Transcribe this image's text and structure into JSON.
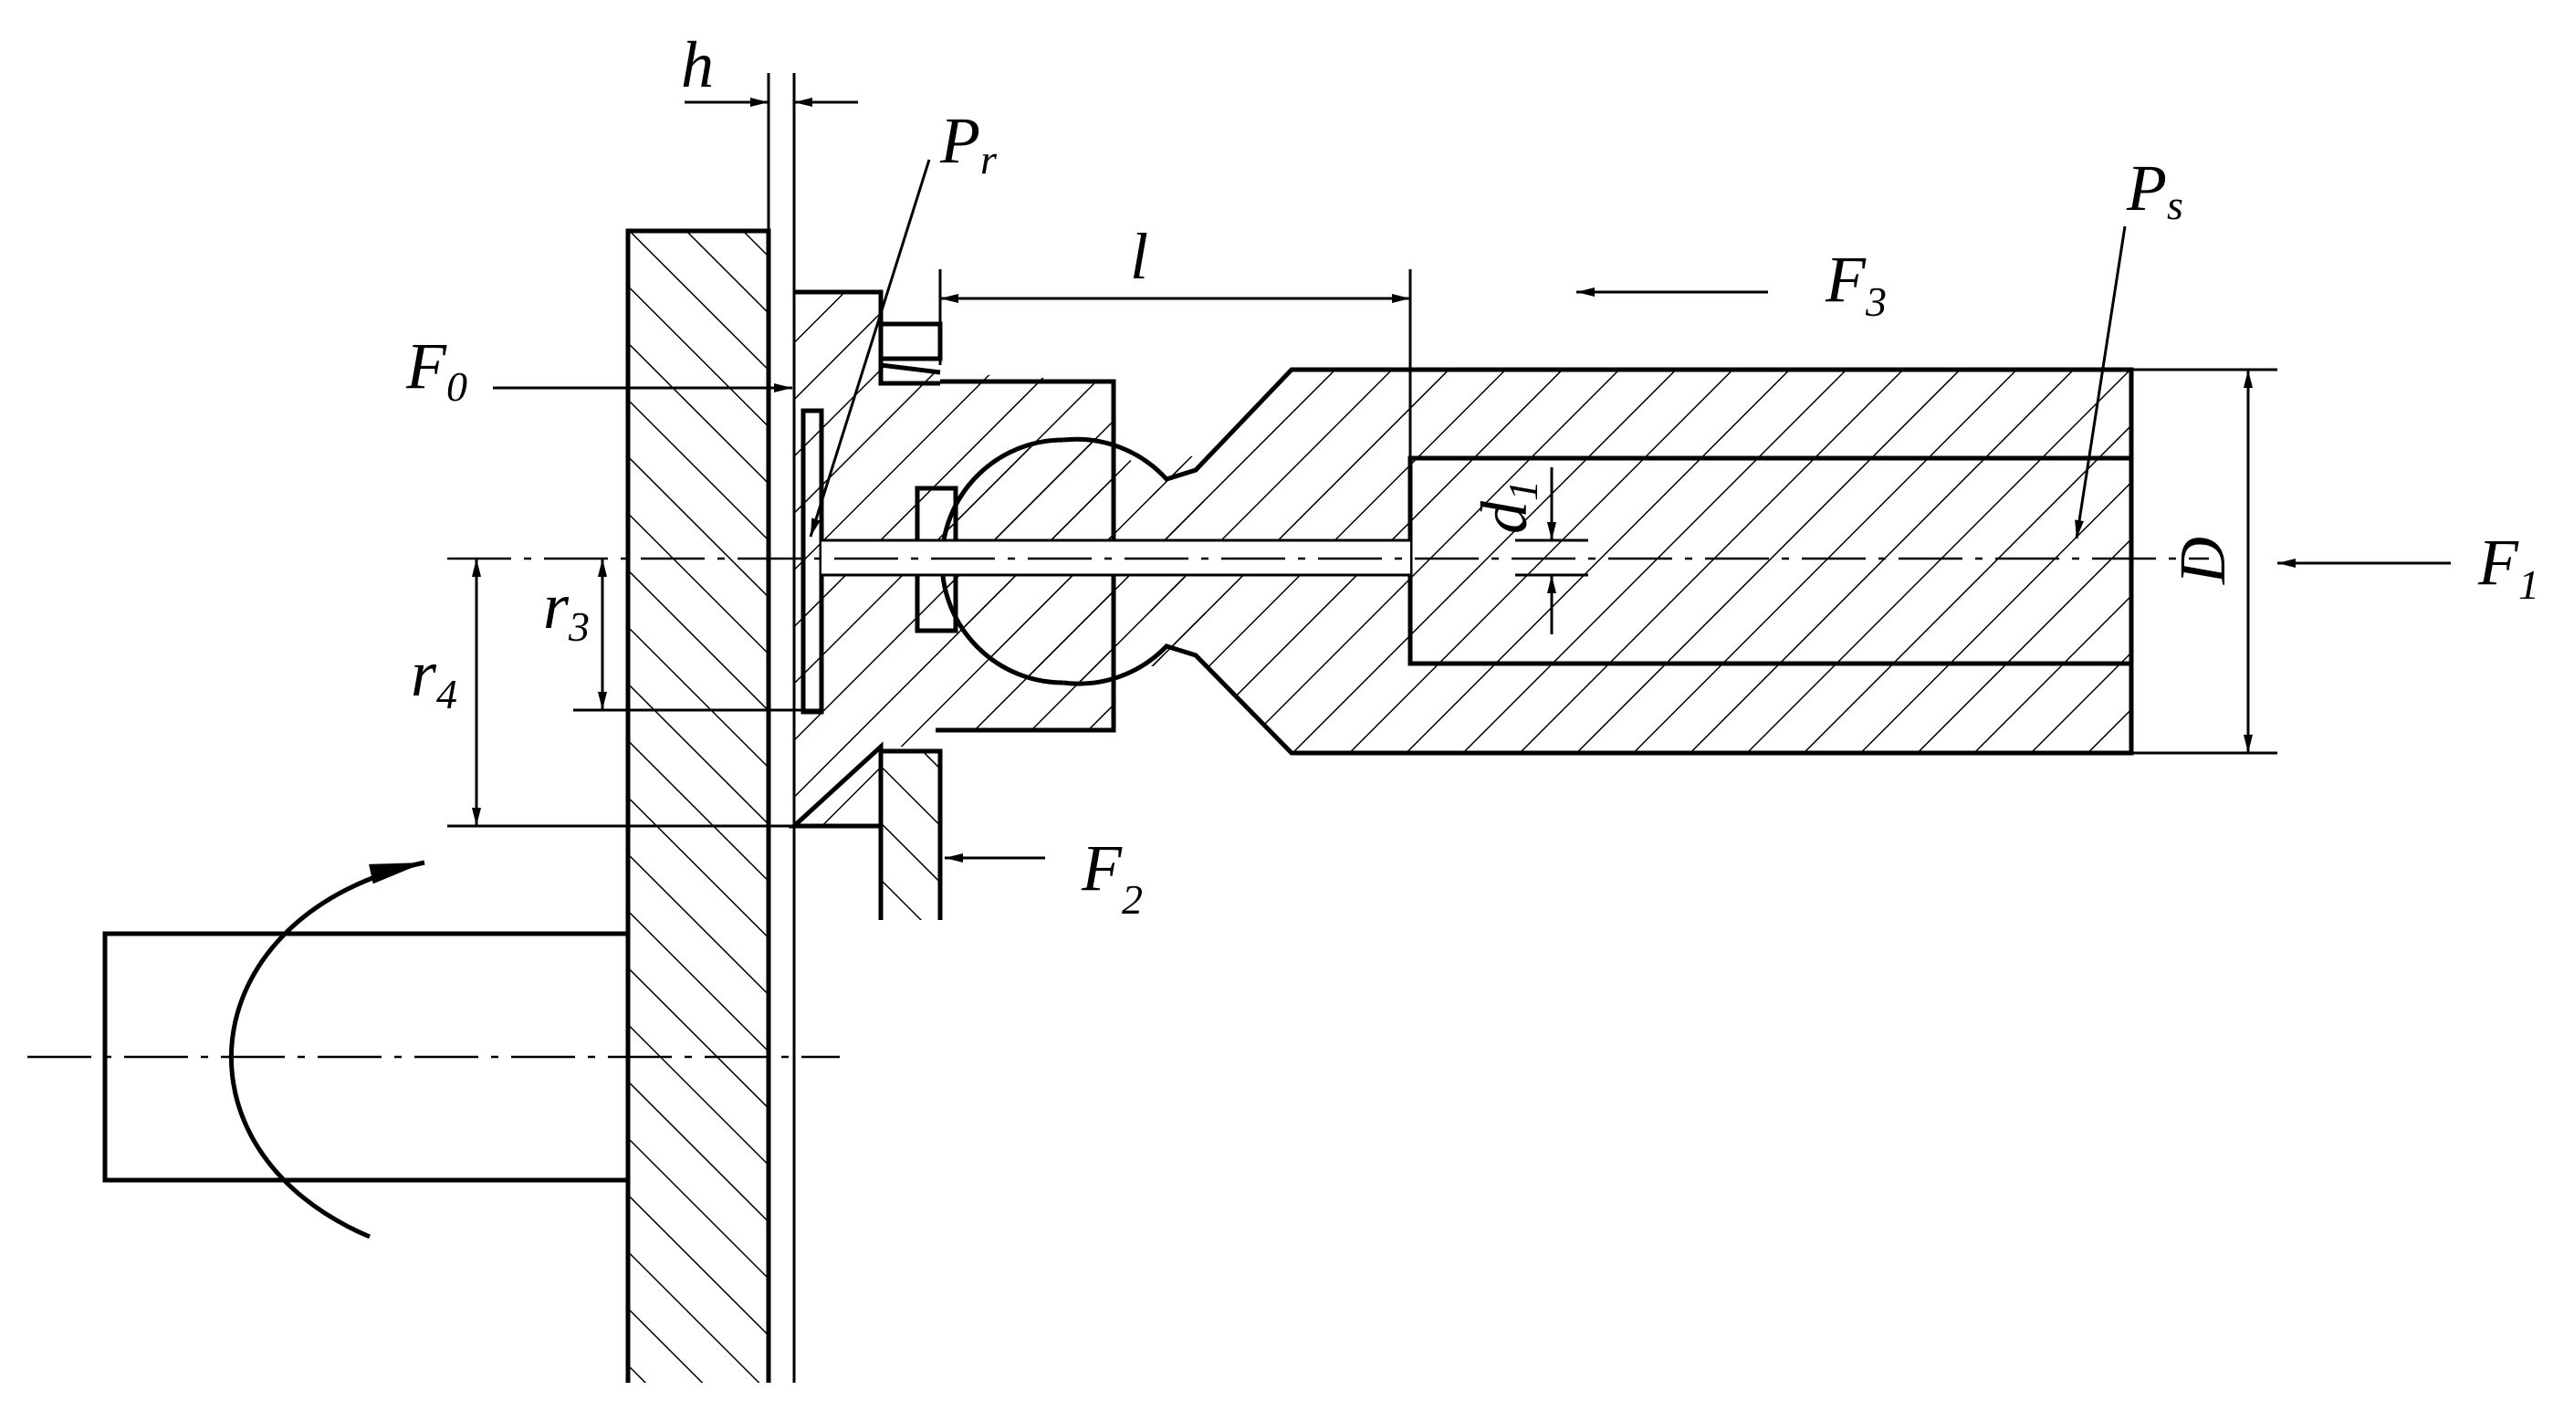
{
  "labels": {
    "h": "h",
    "Pr": {
      "base": "P",
      "sub": "r"
    },
    "Ps": {
      "base": "P",
      "sub": "s"
    },
    "l": "l",
    "F0": {
      "base": "F",
      "sub": "0"
    },
    "F1": {
      "base": "F",
      "sub": "1"
    },
    "F2": {
      "base": "F",
      "sub": "2"
    },
    "F3": {
      "base": "F",
      "sub": "3"
    },
    "r3": {
      "base": "r",
      "sub": "3"
    },
    "r4": {
      "base": "r",
      "sub": "4"
    },
    "d1": {
      "base": "d",
      "sub": "1"
    },
    "D": "D"
  },
  "colors": {
    "line": "#000000",
    "background": "#ffffff"
  }
}
